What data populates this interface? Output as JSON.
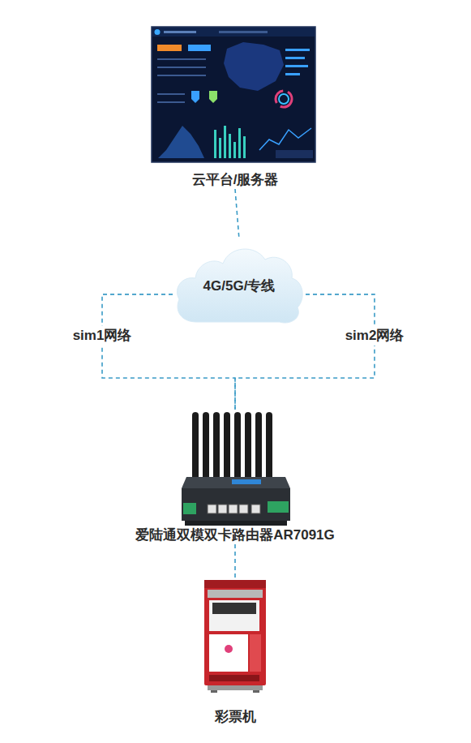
{
  "diagram": {
    "nodes": [
      {
        "text": [
          "云平台/服务器"
        ]
      },
      {
        "text": [
          "4G/5G/专线"
        ]
      },
      {
        "text": [
          "爱陆通双模双卡路由器AR7091G"
        ]
      },
      {
        "text": [
          "彩票机"
        ]
      }
    ],
    "edges": [
      {
        "from": 0,
        "to": 1,
        "arrow": "none"
      },
      {
        "from": 1,
        "to": 2,
        "label": "sim1网络",
        "arrow": "none"
      },
      {
        "from": 1,
        "to": 2,
        "label": "sim2网络",
        "arrow": "none"
      },
      {
        "from": 2,
        "to": 3,
        "arrow": "none"
      }
    ]
  }
}
